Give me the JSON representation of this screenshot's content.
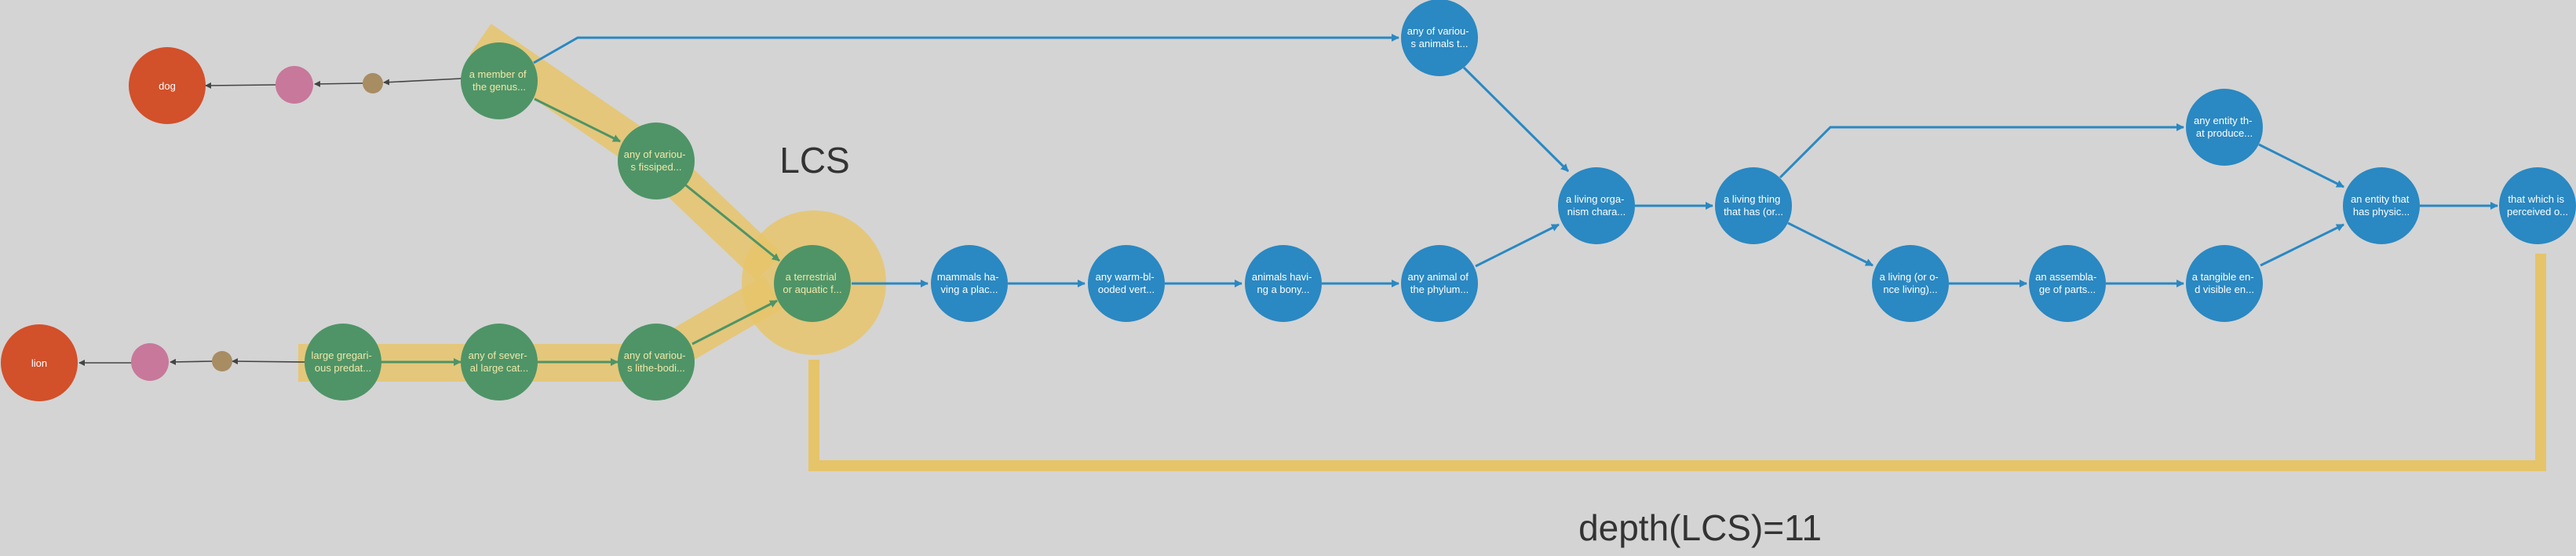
{
  "colors": {
    "background": "#d4d4d4",
    "node": "#2a88c2",
    "highlight_node": "#4e9467",
    "word_node": "#d2502a",
    "sense_node": "#c8789a",
    "lemma_node": "#a88c62",
    "highlight_band": "#e6c46a",
    "edge": "#2a88c2",
    "highlight_edge": "#4e9467"
  },
  "annotations": {
    "lcs": "LCS",
    "depth": "depth(LCS)=11"
  },
  "words": [
    {
      "id": "dog",
      "label": "dog"
    },
    {
      "id": "lion",
      "label": "lion"
    }
  ],
  "synsets": [
    {
      "id": "s_dog1",
      "lines": [
        "a member of",
        "the genus..."
      ]
    },
    {
      "id": "s_dog2",
      "lines": [
        "any of variou-",
        "s fissiped..."
      ]
    },
    {
      "id": "s_lion1",
      "lines": [
        "large gregari-",
        "ous predat..."
      ]
    },
    {
      "id": "s_lion2",
      "lines": [
        "any of sever-",
        "al large cat..."
      ]
    },
    {
      "id": "s_lion3",
      "lines": [
        "any of variou-",
        "s lithe-bodi..."
      ]
    },
    {
      "id": "s_lcs",
      "lines": [
        "a terrestrial",
        "or aquatic f..."
      ]
    },
    {
      "id": "s_mammal",
      "lines": [
        "mammals ha-",
        "ving a plac..."
      ]
    },
    {
      "id": "s_warm",
      "lines": [
        "any warm-bl-",
        "ooded vert..."
      ]
    },
    {
      "id": "s_bony",
      "lines": [
        "animals havi-",
        "ng a bony..."
      ]
    },
    {
      "id": "s_phylum",
      "lines": [
        "any animal of",
        "the phylum..."
      ]
    },
    {
      "id": "s_animals",
      "lines": [
        "any of variou-",
        "s animals t..."
      ]
    },
    {
      "id": "s_organism",
      "lines": [
        "a living orga-",
        "nism chara..."
      ]
    },
    {
      "id": "s_living",
      "lines": [
        "a living thing",
        "that has (or..."
      ]
    },
    {
      "id": "s_living2",
      "lines": [
        "a living (or o-",
        "nce living)..."
      ]
    },
    {
      "id": "s_assembly",
      "lines": [
        "an assembla-",
        "ge of parts..."
      ]
    },
    {
      "id": "s_produce",
      "lines": [
        "any entity th-",
        "at produce..."
      ]
    },
    {
      "id": "s_tangible",
      "lines": [
        "a tangible en-",
        "d visible en..."
      ]
    },
    {
      "id": "s_entity",
      "lines": [
        "an entity that",
        "has physic..."
      ]
    },
    {
      "id": "s_perceived",
      "lines": [
        "that which is",
        "perceived o..."
      ]
    }
  ]
}
